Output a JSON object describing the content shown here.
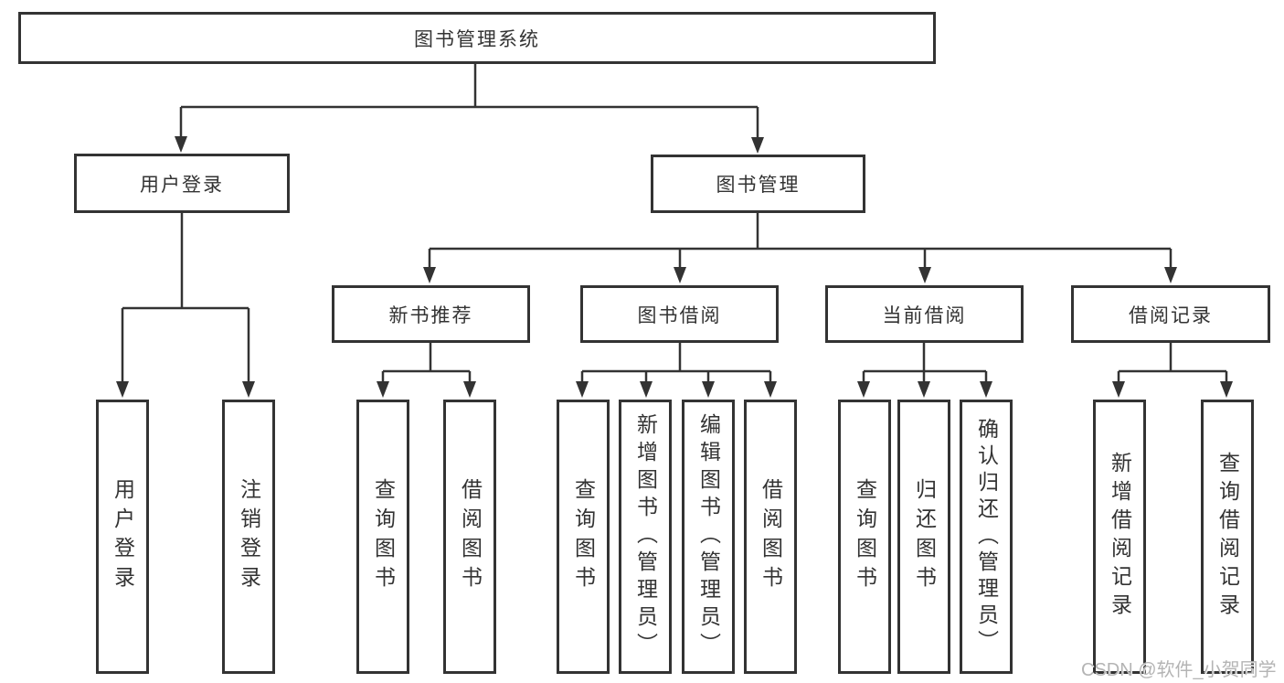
{
  "diagram": {
    "title_node": "图书管理系统",
    "nodes": {
      "root": {
        "label": "图书管理系统"
      },
      "level2": [
        {
          "id": "user-login",
          "label": "用户登录"
        },
        {
          "id": "book-management",
          "label": "图书管理"
        }
      ],
      "level3": [
        {
          "id": "new-book-recommend",
          "label": "新书推荐",
          "parent": "图书管理"
        },
        {
          "id": "book-borrow",
          "label": "图书借阅",
          "parent": "图书管理"
        },
        {
          "id": "current-borrow",
          "label": "当前借阅",
          "parent": "图书管理"
        },
        {
          "id": "borrow-record",
          "label": "借阅记录",
          "parent": "图书管理"
        }
      ],
      "leaves": [
        {
          "id": "leaf-user-login",
          "label": "用户登录",
          "parent": "用户登录"
        },
        {
          "id": "leaf-logout",
          "label": "注销登录",
          "parent": "用户登录"
        },
        {
          "id": "leaf-query-books-1",
          "label": "查询图书",
          "parent": "新书推荐"
        },
        {
          "id": "leaf-borrow-books-1",
          "label": "借阅图书",
          "parent": "新书推荐"
        },
        {
          "id": "leaf-query-books-2",
          "label": "查询图书",
          "parent": "图书借阅"
        },
        {
          "id": "leaf-add-book-admin",
          "label": "新增图书（管理员）",
          "parent": "图书借阅"
        },
        {
          "id": "leaf-edit-book-admin",
          "label": "编辑图书（管理员）",
          "parent": "图书借阅"
        },
        {
          "id": "leaf-borrow-books-2",
          "label": "借阅图书",
          "parent": "图书借阅"
        },
        {
          "id": "leaf-query-books-3",
          "label": "查询图书",
          "parent": "当前借阅"
        },
        {
          "id": "leaf-return-books",
          "label": "归还图书",
          "parent": "当前借阅"
        },
        {
          "id": "leaf-confirm-return-admin",
          "label": "确认归还（管理员）",
          "parent": "当前借阅"
        },
        {
          "id": "leaf-add-borrow-record",
          "label": "新增借阅记录",
          "parent": "借阅记录"
        },
        {
          "id": "leaf-query-borrow-record",
          "label": "查询借阅记录",
          "parent": "借阅记录"
        }
      ]
    },
    "watermark": {
      "text": "CSDN @软件_小贺同学"
    },
    "colors": {
      "line": "#333333",
      "box_border": "#333333",
      "text": "#333333",
      "watermark": "#b4b4b4",
      "background": "#ffffff"
    }
  }
}
